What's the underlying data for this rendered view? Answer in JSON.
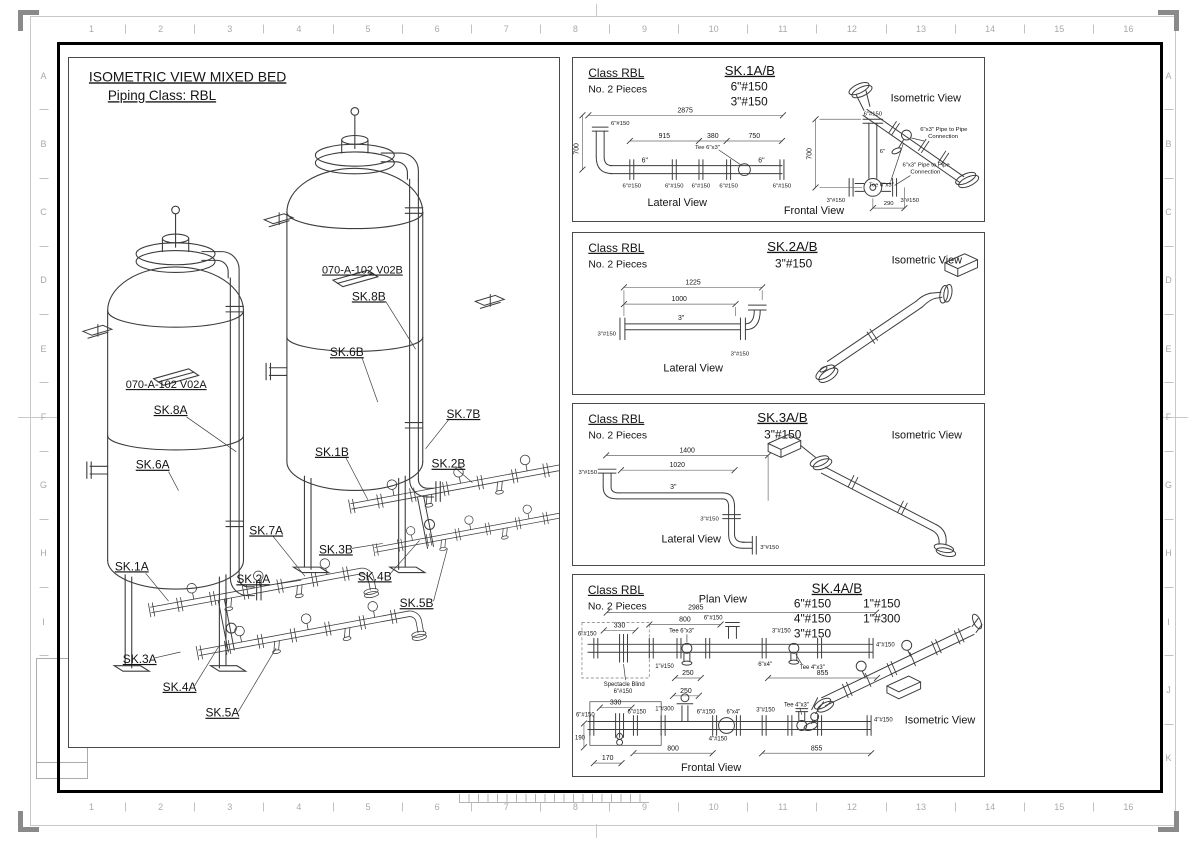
{
  "sheet": {
    "grid_cols": [
      "1",
      "2",
      "3",
      "4",
      "5",
      "6",
      "7",
      "8",
      "9",
      "10",
      "11",
      "12",
      "13",
      "14",
      "15",
      "16"
    ],
    "grid_rows": [
      "A",
      "B",
      "C",
      "D",
      "E",
      "F",
      "G",
      "H",
      "I",
      "J",
      "K"
    ],
    "line_color": "#3c3c3c",
    "frame_color": "#000000",
    "margin_color": "#c9c9c9"
  },
  "main_view": {
    "title": "ISOMETRIC VIEW MIXED BED",
    "subtitle": "Piping Class: RBL",
    "vessel_a": "070-A-102 V02A",
    "vessel_b": "070-A-102 V02B",
    "sk": {
      "a1": "SK.1A",
      "a2": "SK.2A",
      "a3": "SK.3A",
      "a4": "SK.4A",
      "a5": "SK.5A",
      "a6": "SK.6A",
      "a7": "SK.7A",
      "a8": "SK.8A",
      "b1": "SK.1B",
      "b2": "SK.2B",
      "b3": "SK.3B",
      "b4": "SK.4B",
      "b5": "SK.5B",
      "b6": "SK.6B",
      "b7": "SK.7B",
      "b8": "SK.8B"
    }
  },
  "panels": [
    {
      "class_label": "Class RBL",
      "pieces": "No. 2 Pieces",
      "sk": "SK.1A/B",
      "spec1": "6\"#150",
      "spec2": "3\"#150",
      "cap_lat": "Lateral View",
      "cap_fro": "Frontal View",
      "cap_iso": "Isometric View",
      "dim_overall": "2875",
      "dim_h": "700",
      "dim1": "915",
      "dim2": "380",
      "dim3": "750",
      "dim_off": "290",
      "f6": "6\"#150",
      "f3": "3\"#150",
      "p6": "6\"",
      "tee": "Tee 6\"x3\"",
      "conn1": "6\"x3\" Pipe to Pipe",
      "conn2": "Connection"
    },
    {
      "class_label": "Class RBL",
      "pieces": "No. 2 Pieces",
      "sk": "SK.2A/B",
      "spec1": "3\"#150",
      "cap_lat": "Lateral View",
      "cap_iso": "Isometric View",
      "dim1": "1225",
      "dim2": "1000",
      "f3": "3\"#150",
      "p3": "3\""
    },
    {
      "class_label": "Class RBL",
      "pieces": "No. 2 Pieces",
      "sk": "SK.3A/B",
      "spec1": "3\"#150",
      "cap_lat": "Lateral View",
      "cap_iso": "Isometric View",
      "dim1": "1400",
      "dim2": "1020",
      "f3": "3\"#150",
      "p3": "3\""
    },
    {
      "class_label": "Class RBL",
      "pieces": "No. 2 Pieces",
      "sk": "SK.4A/B",
      "spec1": "6\"#150",
      "spec2": "4\"#150",
      "spec3": "3\"#150",
      "spec4": "1\"#150",
      "spec5": "1\"#300",
      "cap_plan": "Plan View",
      "cap_fro": "Frontal View",
      "cap_iso": "Isometric View",
      "dim_overall": "2985",
      "dim_330": "330",
      "dim_800": "800",
      "dim_250": "250",
      "dim_855": "855",
      "dim_190": "190",
      "dim_170": "170",
      "f6": "6\"#150",
      "f4": "4\"#150",
      "f3": "3\"#150",
      "f1a": "1\"#150",
      "f1b": "1\"#300",
      "x64": "6\"x4\"",
      "tee63": "Tee 6\"x3\"",
      "tee43": "Tee 4\"x3\"",
      "sb1": "Spectacle Blind",
      "sb2": "6\"#150"
    }
  ]
}
